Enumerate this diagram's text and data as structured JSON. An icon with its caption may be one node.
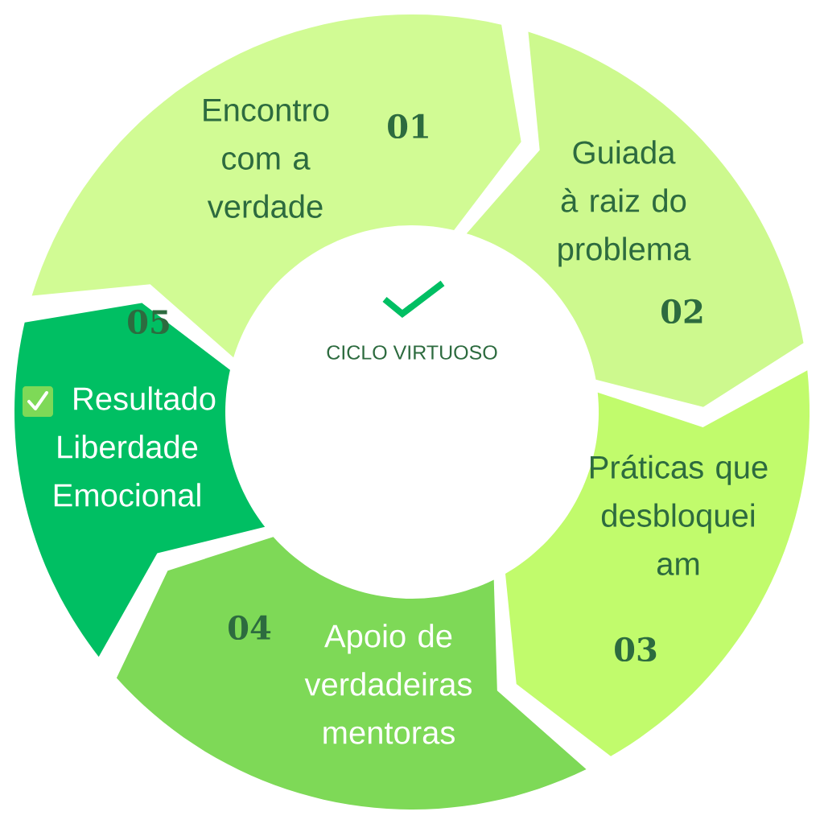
{
  "diagram": {
    "nodes": [
      {
        "text": [
          "Encontro com a verdade",
          "01"
        ]
      },
      {
        "text": [
          "Guiada à raiz do problema",
          "02"
        ]
      },
      {
        "text": [
          "Práticas que desbloquei am",
          "03"
        ]
      },
      {
        "text": [
          "04",
          "Apoio de verdadeiras mentoras"
        ]
      },
      {
        "text": [
          "05",
          "Resultado Liberdade Emocional"
        ]
      },
      {
        "text": [
          "CICLO VIRTUOSO"
        ]
      }
    ]
  }
}
